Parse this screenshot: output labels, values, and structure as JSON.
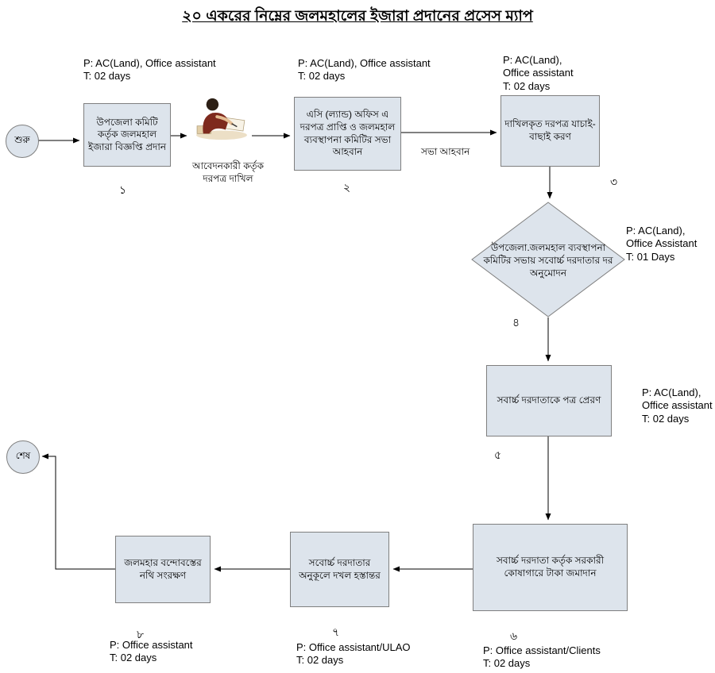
{
  "title": "২০ একরের নিম্নের জলমহালের ইজারা প্রদানের প্রসেস ম্যাপ",
  "nodes": {
    "start": {
      "label": "শুরু"
    },
    "end": {
      "label": "শেষ"
    },
    "step1": {
      "label": "উপজেলা কমিটি কর্তৃক জলমহাল ইজারা বিজ্ঞপ্তি প্রদান",
      "number": "১",
      "annotation": "P: AC(Land), Office assistant\nT: 02 days"
    },
    "applicant": {
      "caption": "আবেদনকারী কর্তৃক দরপত্র দাখিল"
    },
    "step2": {
      "label": "এসি (ল্যান্ড) অফিস এ দরপত্র প্রাপ্তি ও জলমহাল ব্যবস্থাপনা কমিটির সভা আহবান",
      "number": "২",
      "annotation": "P: AC(Land), Office assistant\nT: 02 days"
    },
    "step3": {
      "label": "দাখিলকৃত দরপত্র যাচাই-বাছাই করণ",
      "number": "৩",
      "annotation": "P: AC(Land),\nOffice assistant\nT: 02 days"
    },
    "step4": {
      "label": "উপজেলা.জলমহাল ব্যবস্থাপনা কমিটির সভায় সবোর্চ্চ দরদাতার দর অনুমোদন",
      "number": "৪",
      "annotation": "P:  AC(Land),\n Office Assistant\nT:  01 Days"
    },
    "step5": {
      "label": "সবার্চ্চ দরদাতাকে পত্র প্রেরণ",
      "number": "৫",
      "annotation": "P: AC(Land),\nOffice assistant\nT: 02 days"
    },
    "step6": {
      "label": "সবার্চ্চ দরদাতা কর্তৃক সরকারী কোষাগারে টাকা জমাদান",
      "number": "৬",
      "annotation": "P: Office assistant/Clients\nT: 02 days"
    },
    "step7": {
      "label": "সবোর্চ্চ দরদাতার অনুকূলে দখল হস্তান্তর",
      "number": "৭",
      "annotation": "P: Office assistant/ULAO\nT: 02 days"
    },
    "step8": {
      "label": "জলমহার বন্দোবস্তের নথি সংরক্ষণ",
      "number": "৮",
      "annotation": "P: Office assistant\nT: 02 days"
    }
  },
  "edge_labels": {
    "meeting_call": "সভা আহবান"
  },
  "colors": {
    "shape_fill": "#dde4ec",
    "shape_border": "#7f7f7f",
    "connector": "#000000"
  }
}
